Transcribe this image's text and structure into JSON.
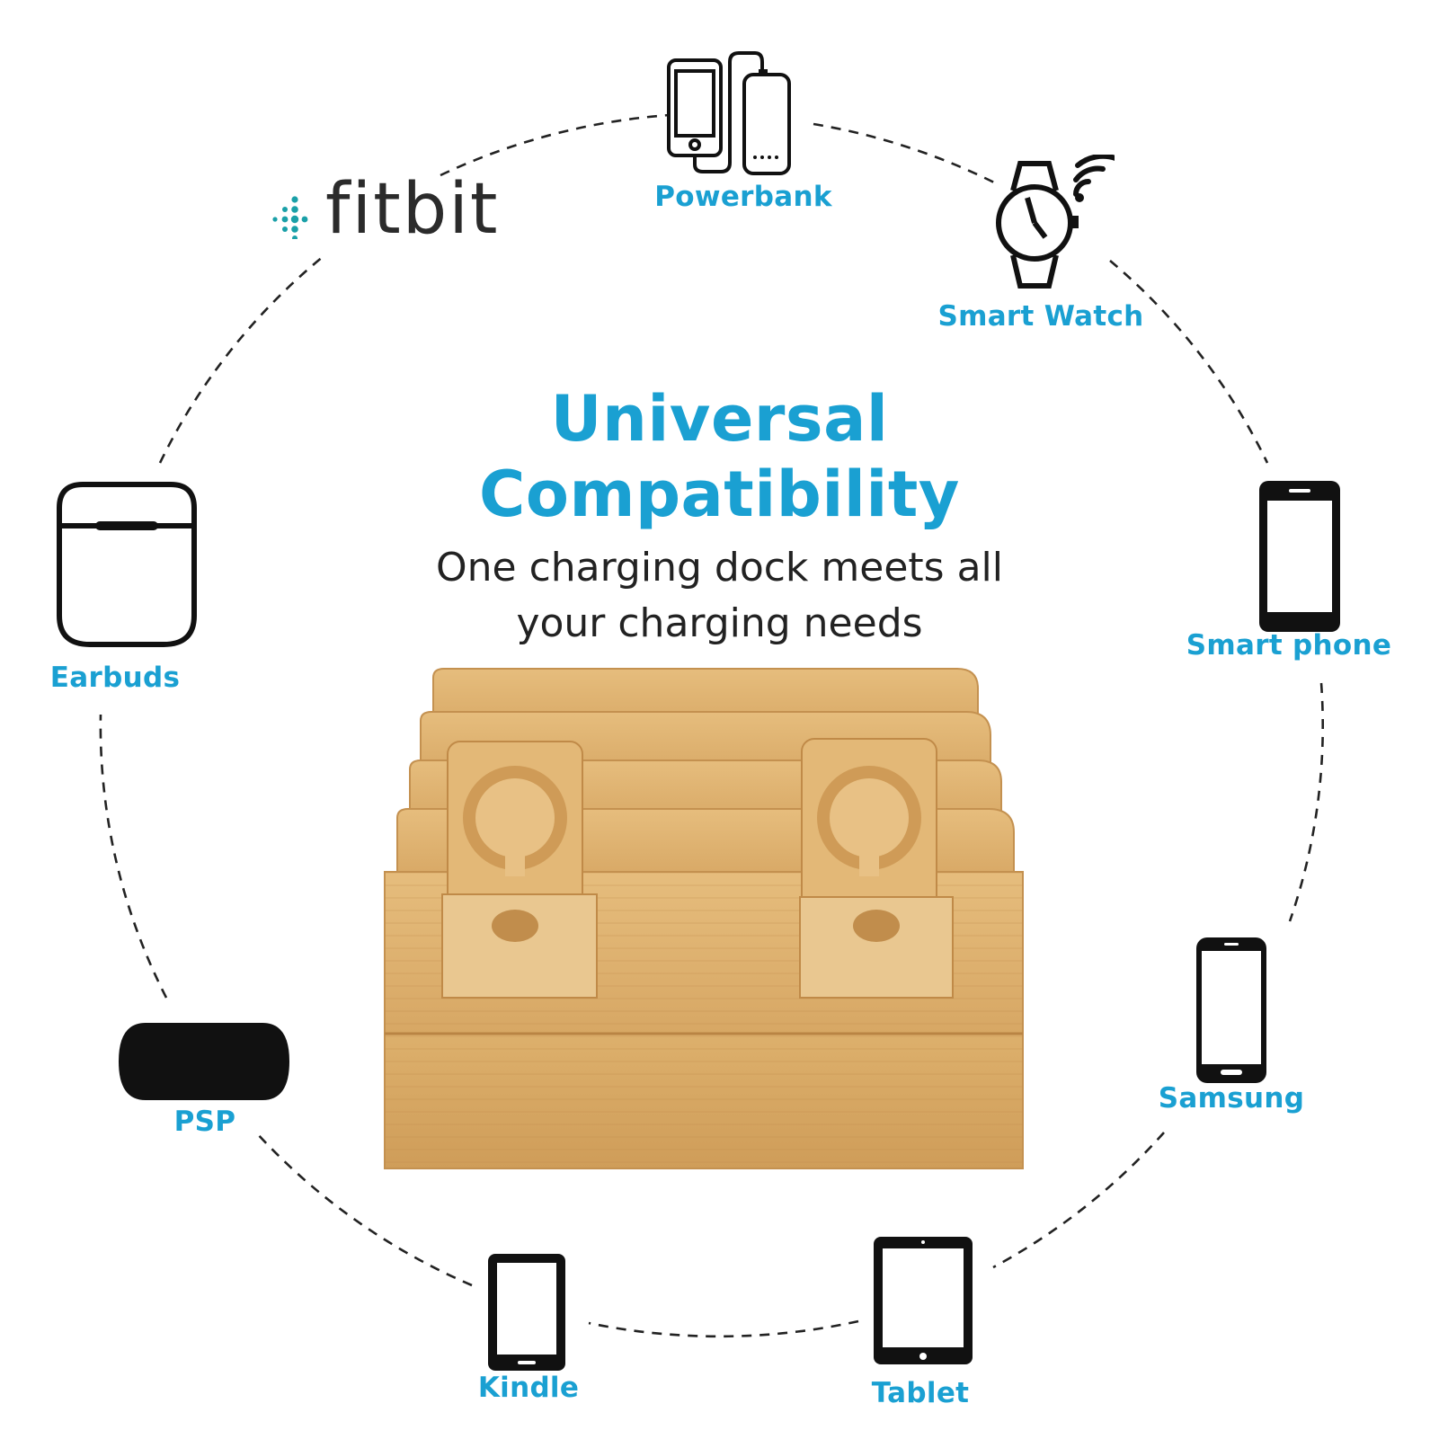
{
  "headline": {
    "line1": "Universal",
    "line2": "Compatibility",
    "subline1": "One charging dock meets all",
    "subline2": "your charging needs"
  },
  "brand": {
    "fitbit": "fitbit"
  },
  "devices": [
    {
      "id": "powerbank",
      "label": "Powerbank",
      "icon": "phone-powerbank-icon"
    },
    {
      "id": "smartwatch",
      "label": "Smart Watch",
      "icon": "smartwatch-icon"
    },
    {
      "id": "smartphone",
      "label": "Smart phone",
      "icon": "smartphone-icon"
    },
    {
      "id": "samsung",
      "label": "Samsung",
      "icon": "samsung-phone-icon"
    },
    {
      "id": "tablet",
      "label": "Tablet",
      "icon": "tablet-icon"
    },
    {
      "id": "kindle",
      "label": "Kindle",
      "icon": "kindle-icon"
    },
    {
      "id": "psp",
      "label": "PSP",
      "icon": "psp-icon"
    },
    {
      "id": "earbuds",
      "label": "Earbuds",
      "icon": "earbuds-case-icon"
    }
  ],
  "colors": {
    "accent": "#1aa0d2",
    "icon": "#111111",
    "wood": "#dcae6c",
    "wood_dark": "#c18f4e"
  }
}
